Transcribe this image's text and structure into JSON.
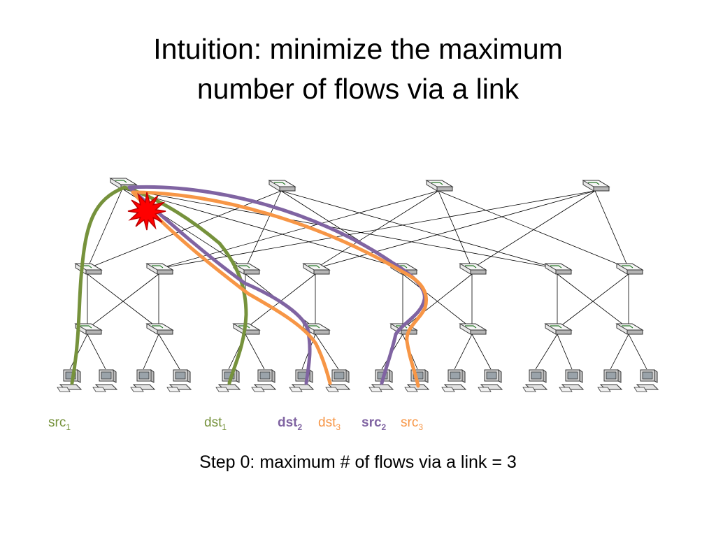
{
  "title": {
    "line1": "Intuition: minimize the maximum",
    "line2": "number of flows via a link"
  },
  "caption": "Step 0: maximum # of flows via a link = 3",
  "labels": [
    {
      "id": "src1",
      "base": "src",
      "sub": "1",
      "color": "#76923c",
      "bold": false
    },
    {
      "id": "dst1",
      "base": "dst",
      "sub": "1",
      "color": "#76923c",
      "bold": false
    },
    {
      "id": "dst2",
      "base": "dst",
      "sub": "2",
      "color": "#8064a2",
      "bold": true
    },
    {
      "id": "dst3",
      "base": "dst",
      "sub": "3",
      "color": "#f79646",
      "bold": false
    },
    {
      "id": "src2",
      "base": "src",
      "sub": "2",
      "color": "#8064a2",
      "bold": true
    },
    {
      "id": "src3",
      "base": "src",
      "sub": "3",
      "color": "#f79646",
      "bold": false
    }
  ],
  "colors": {
    "flow1": "#76923c",
    "flow2": "#8064a2",
    "flow3": "#f79646",
    "congestion": "#ff0000",
    "link": "#000000"
  },
  "icons": {
    "switch": "network-switch-icon",
    "host": "desktop-computer-icon",
    "congestion": "explosion-icon"
  }
}
